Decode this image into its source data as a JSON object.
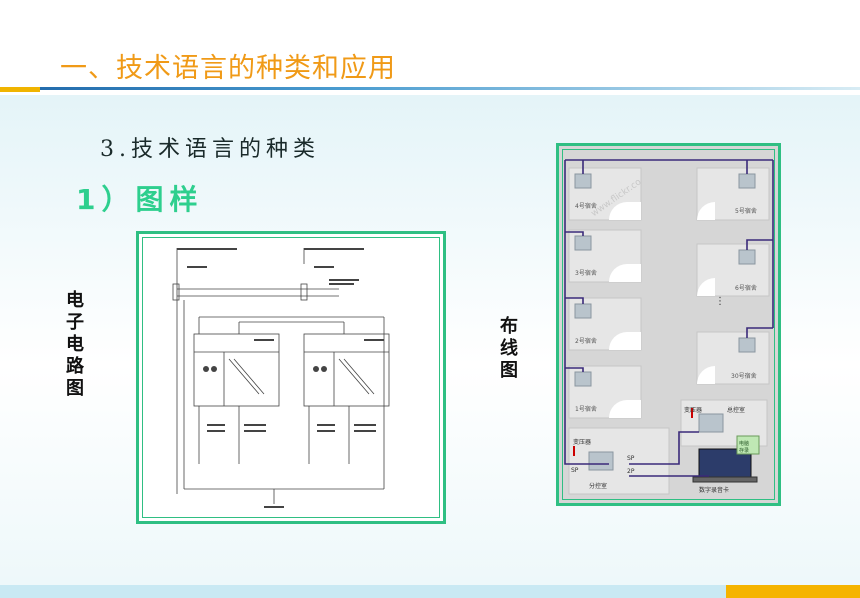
{
  "slide": {
    "title": "一、技术语言的种类和应用",
    "subheading": "3.技术语言的种类",
    "bullet": "1）图样"
  },
  "left_figure": {
    "side_label_chars": [
      "电",
      "子",
      "电",
      "路",
      "图"
    ]
  },
  "right_figure": {
    "side_label_chars": [
      "布",
      "线",
      "图"
    ],
    "rooms": [
      "4号宿舍",
      "5号宿舍",
      "3号宿舍",
      "6号宿舍",
      "2号宿舍",
      "30号宿舍",
      "1号宿舍"
    ],
    "control_main": "总控室",
    "control_sub": "分控室",
    "changer_main": "变压器",
    "changer_sub": "变压器",
    "computer_note_line1": "电脑",
    "computer_note_line2": "存录",
    "computer_caption": "数字录音卡",
    "port_left": "SP",
    "port_mid_top": "SP",
    "port_mid_bottom": "2P",
    "watermark": "www.flickr.co"
  },
  "colors": {
    "title": "#f09a17",
    "bullet": "#2ecf8e",
    "frame": "#2fbf83",
    "wire": "#3a2a7a"
  }
}
